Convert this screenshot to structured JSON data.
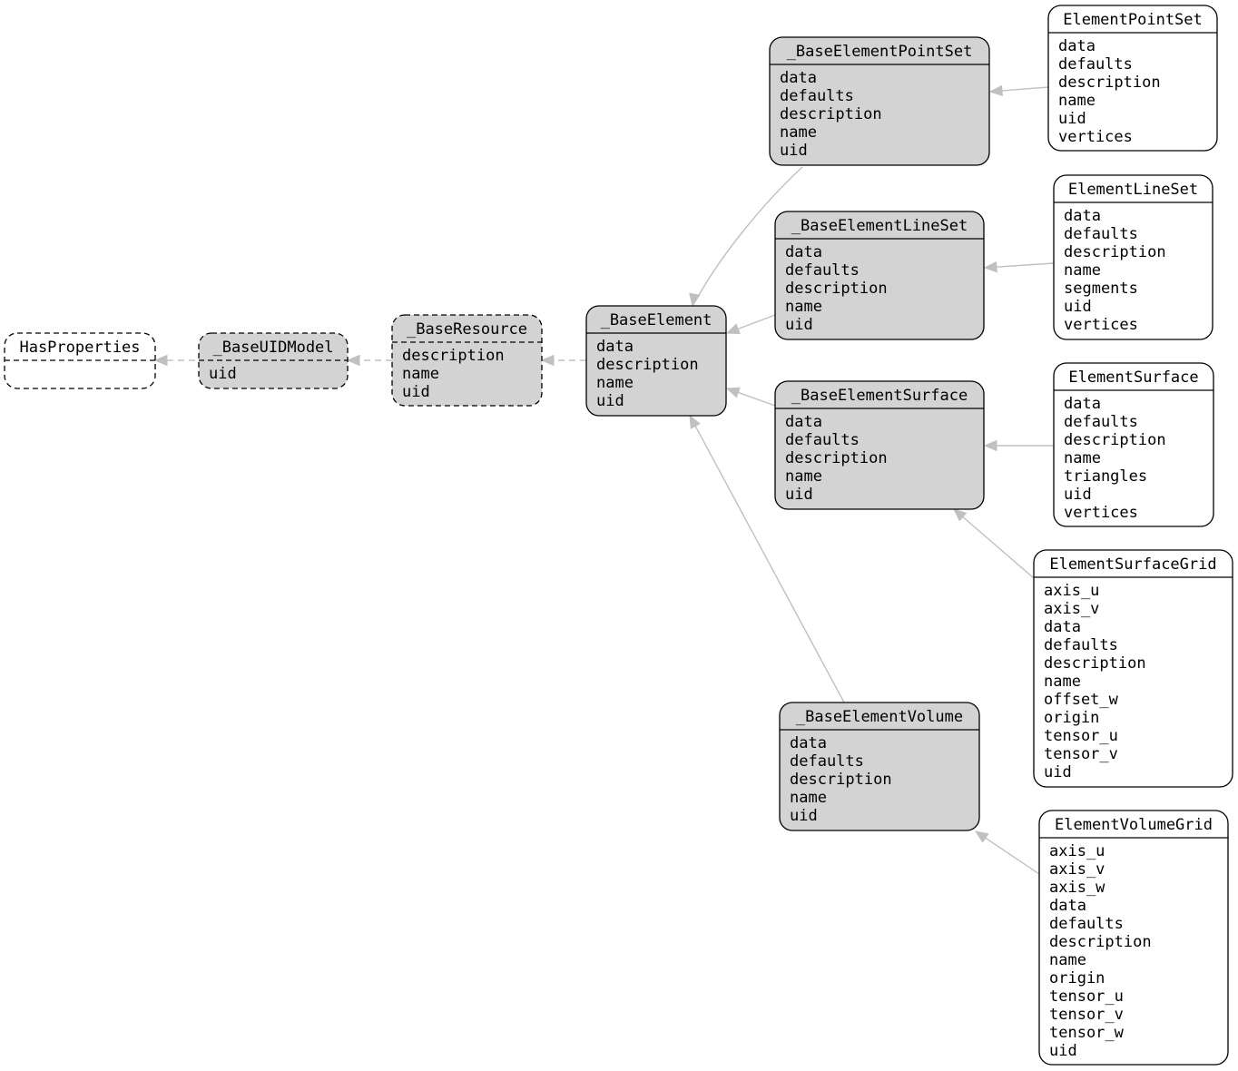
{
  "colors": {
    "base_fill": "#d3d3d3",
    "concrete_fill": "#ffffff",
    "border": "#000000",
    "edge": "#c0c0c0"
  },
  "nodes": {
    "HasProperties": {
      "title": "HasProperties",
      "attrs": []
    },
    "BaseUIDModel": {
      "title": "_BaseUIDModel",
      "attrs": [
        "uid"
      ]
    },
    "BaseResource": {
      "title": "_BaseResource",
      "attrs": [
        "description",
        "name",
        "uid"
      ]
    },
    "BaseElement": {
      "title": "_BaseElement",
      "attrs": [
        "data",
        "description",
        "name",
        "uid"
      ]
    },
    "BaseElementPointSet": {
      "title": "_BaseElementPointSet",
      "attrs": [
        "data",
        "defaults",
        "description",
        "name",
        "uid"
      ]
    },
    "BaseElementLineSet": {
      "title": "_BaseElementLineSet",
      "attrs": [
        "data",
        "defaults",
        "description",
        "name",
        "uid"
      ]
    },
    "BaseElementSurface": {
      "title": "_BaseElementSurface",
      "attrs": [
        "data",
        "defaults",
        "description",
        "name",
        "uid"
      ]
    },
    "BaseElementVolume": {
      "title": "_BaseElementVolume",
      "attrs": [
        "data",
        "defaults",
        "description",
        "name",
        "uid"
      ]
    },
    "ElementPointSet": {
      "title": "ElementPointSet",
      "attrs": [
        "data",
        "defaults",
        "description",
        "name",
        "uid",
        "vertices"
      ]
    },
    "ElementLineSet": {
      "title": "ElementLineSet",
      "attrs": [
        "data",
        "defaults",
        "description",
        "name",
        "segments",
        "uid",
        "vertices"
      ]
    },
    "ElementSurface": {
      "title": "ElementSurface",
      "attrs": [
        "data",
        "defaults",
        "description",
        "name",
        "triangles",
        "uid",
        "vertices"
      ]
    },
    "ElementSurfaceGrid": {
      "title": "ElementSurfaceGrid",
      "attrs": [
        "axis_u",
        "axis_v",
        "data",
        "defaults",
        "description",
        "name",
        "offset_w",
        "origin",
        "tensor_u",
        "tensor_v",
        "uid"
      ]
    },
    "ElementVolumeGrid": {
      "title": "ElementVolumeGrid",
      "attrs": [
        "axis_u",
        "axis_v",
        "axis_w",
        "data",
        "defaults",
        "description",
        "name",
        "origin",
        "tensor_u",
        "tensor_v",
        "tensor_w",
        "uid"
      ]
    }
  }
}
